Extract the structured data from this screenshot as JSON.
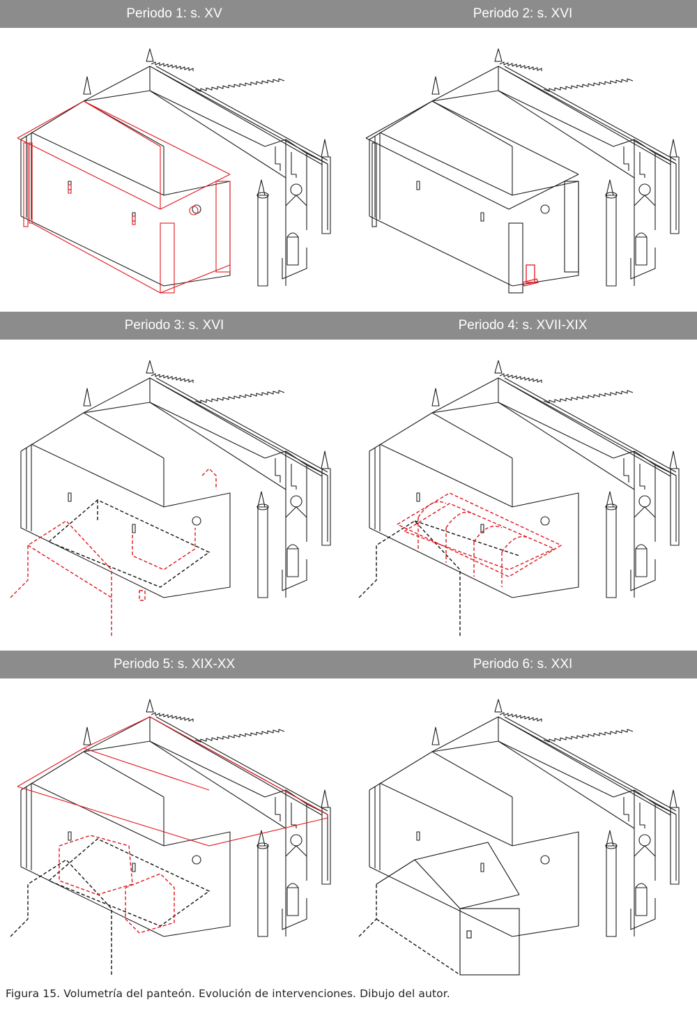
{
  "figure": {
    "panels": [
      {
        "title": "Periodo 1: s. XV"
      },
      {
        "title": "Periodo 2: s. XVI"
      },
      {
        "title": "Periodo 3: s. XVI"
      },
      {
        "title": "Periodo 4: s. XVII-XIX"
      },
      {
        "title": "Periodo 5: s. XIX-XX"
      },
      {
        "title": "Periodo 6: s. XXI"
      }
    ],
    "caption": "Figura 15. Volumetría del panteón. Evolución de intervenciones. Dibujo del autor."
  },
  "colors": {
    "line": "#1a1a1a",
    "highlight": "#e0141c",
    "dashed_existing": "#111111",
    "header_band": "#8c8c8c",
    "header_text": "#ffffff"
  }
}
